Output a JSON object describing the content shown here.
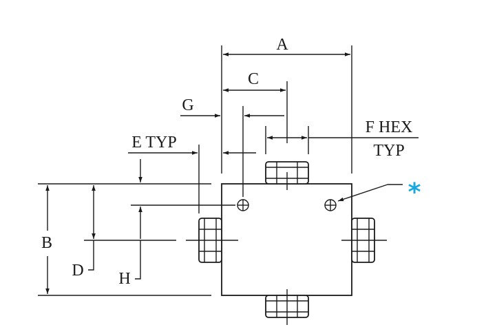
{
  "diagram": {
    "labels": {
      "a": "A",
      "b": "B",
      "c": "C",
      "d": "D",
      "e": "E TYP",
      "f_hex": "F HEX",
      "f_typ": "TYP",
      "g": "G",
      "h": "H",
      "asterisk": "*"
    },
    "colors": {
      "line": "#1a1a1a",
      "asterisk": "#1aa8e0",
      "background": "#ffffff"
    }
  }
}
